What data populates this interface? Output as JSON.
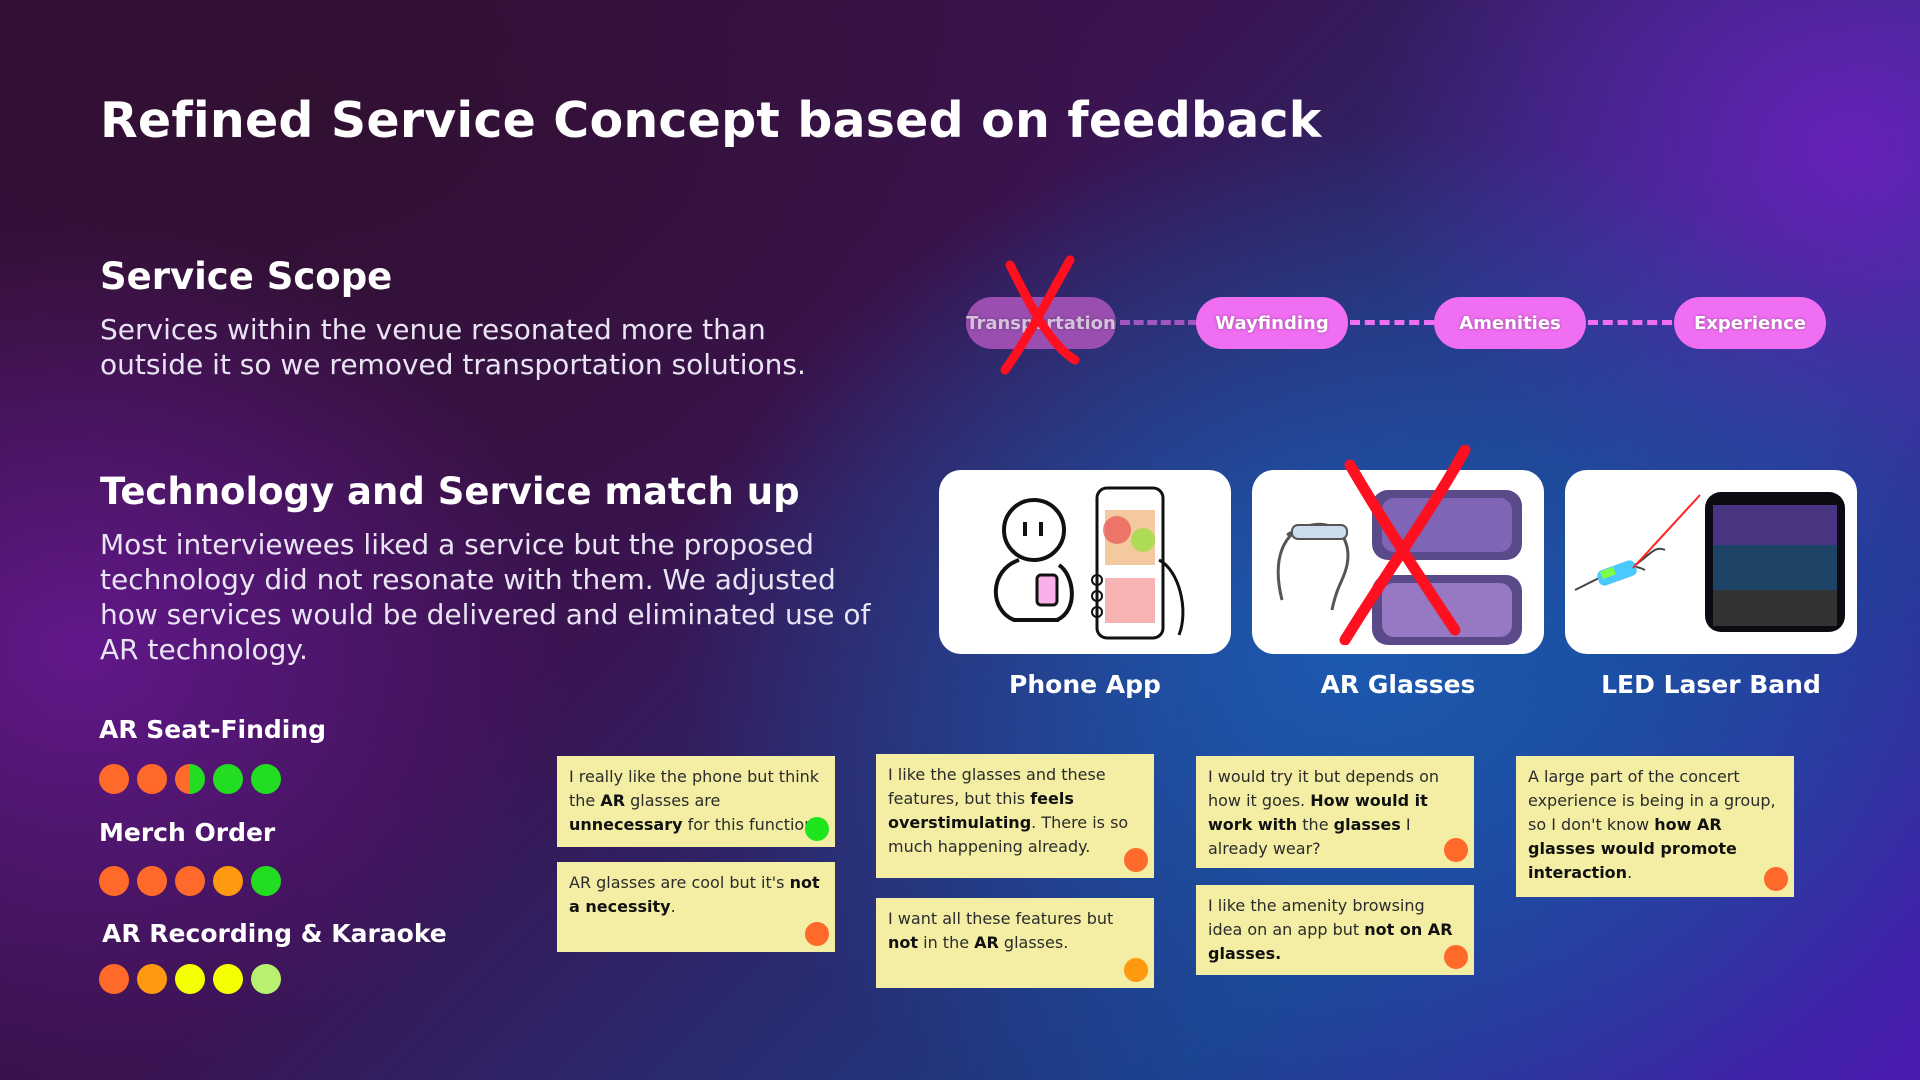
{
  "title": "Refined Service Concept based on feedback",
  "scope": {
    "heading": "Service Scope",
    "text_l1": "Services within the venue resonated more than",
    "text_l2": "outside it so we removed transportation solutions.",
    "pills": [
      "Transportation",
      "Wayfinding",
      "Amenities",
      "Experience"
    ]
  },
  "tech": {
    "heading": "Technology and Service match up",
    "text_l1": "Most interviewees liked a service but the proposed",
    "text_l2": "technology did not resonate with them. We adjusted",
    "text_l3": "how services would be delivered and eliminated use of",
    "text_l4": "AR technology.",
    "cards": [
      "Phone App",
      "AR Glasses",
      "LED Laser Band"
    ]
  },
  "ratings": [
    {
      "label": "AR Seat-Finding",
      "dots": [
        "#ff6a2a",
        "#ff6a2a",
        "half:#ff6a2a:#22dd22",
        "#22dd22",
        "#22dd22"
      ]
    },
    {
      "label": "Merch Order",
      "dots": [
        "#ff6a2a",
        "#ff6a2a",
        "#ff6a2a",
        "#ff9a10",
        "#22dd22"
      ]
    },
    {
      "label": "AR Recording & Karaoke",
      "dots": [
        "#ff6a2a",
        "#ff9a10",
        "#f4ff00",
        "#f4ff00",
        "#b8f070"
      ]
    }
  ],
  "notes": {
    "n1": {
      "a": "I really like the phone but think the ",
      "b1": "AR",
      "c": " glasses are ",
      "b2": "unnecessary",
      "d": " for this function."
    },
    "n2": {
      "a": "AR glasses are cool but it's ",
      "b1": "not a necessity",
      "d": "."
    },
    "n3": {
      "a": "I like the glasses and these features, but this ",
      "b1": "feels overstimulating",
      "d": ". There is so much happening already."
    },
    "n4": {
      "a": "I want all these features but ",
      "b1": "not",
      "c": " in the ",
      "b2": "AR",
      "d": " glasses."
    },
    "n5": {
      "a": "I would try it but depends on how it goes. ",
      "b1": "How would it work with",
      "c": " the ",
      "b2": "glasses",
      "d": " I already wear?"
    },
    "n6": {
      "a": "I like the amenity browsing idea on an app but ",
      "b1": "not on AR glasses."
    },
    "n7": {
      "a": "A large part of the concert experience is being in a group, so I don't know ",
      "b1": "how AR glasses would promote",
      "c": " ",
      "b2": "interaction",
      "d": "."
    }
  },
  "colors": {
    "accent_pill": "#f06ef2",
    "note_bg": "#f3eea4",
    "cross": "#ff1020"
  }
}
